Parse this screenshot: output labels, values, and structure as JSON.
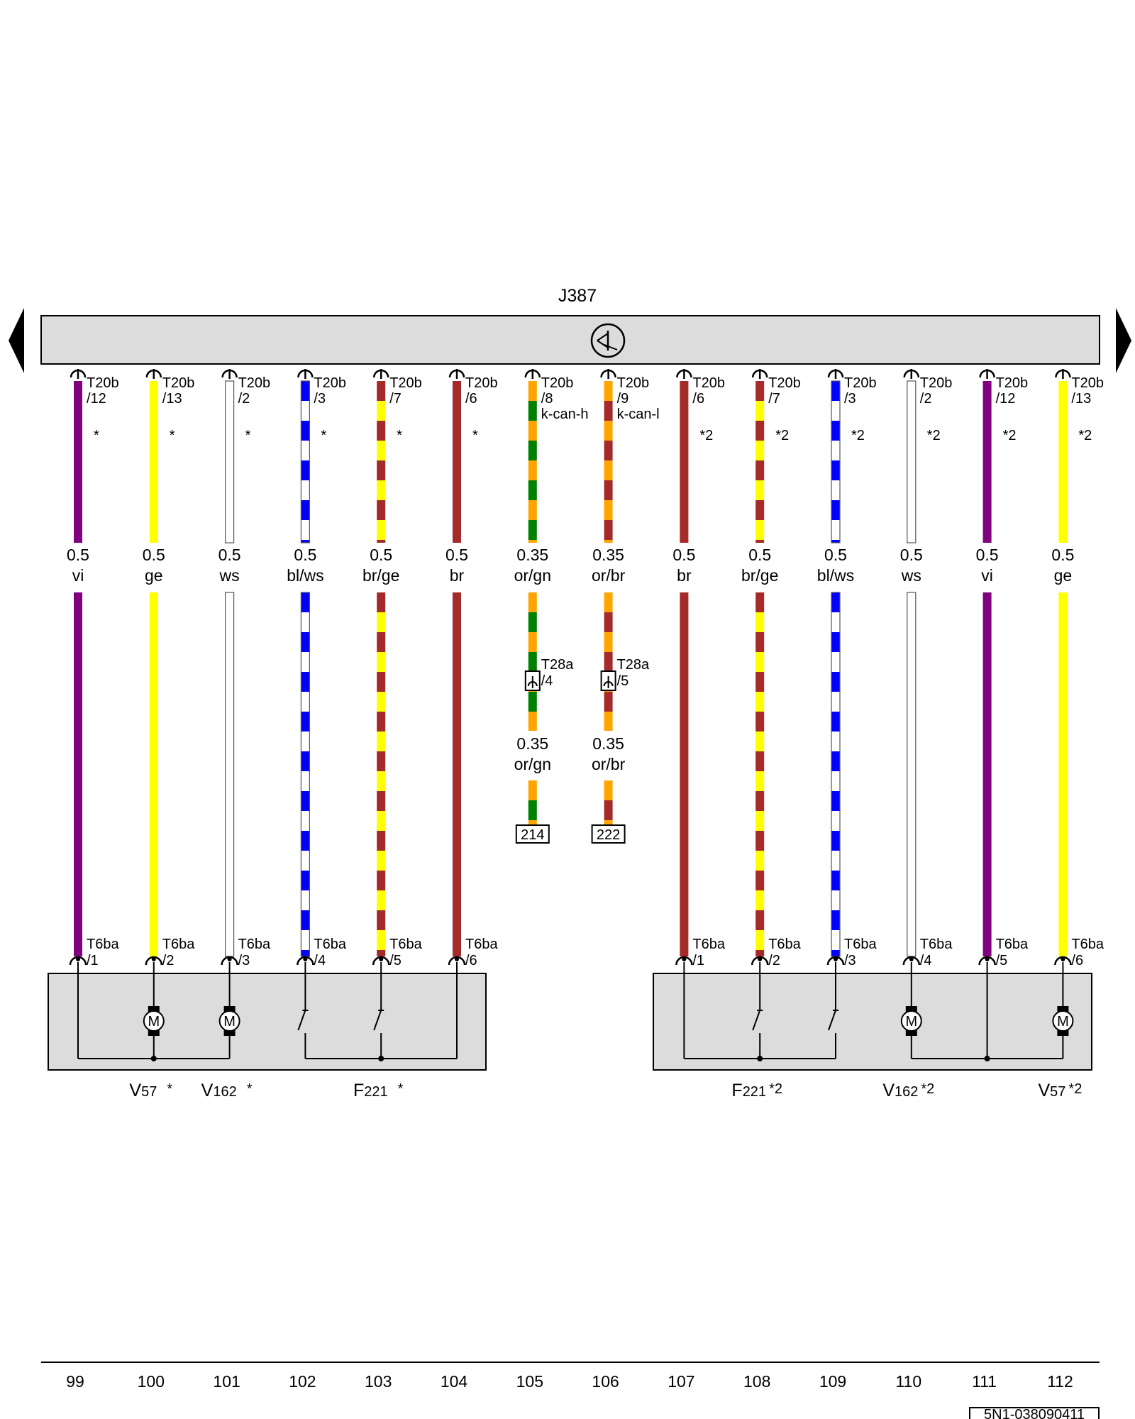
{
  "module": {
    "label": "J387",
    "symbol": "control-unit-symbol",
    "box_color": "#dcdcdc"
  },
  "nav": {
    "left_arrow": "page-previous-arrow",
    "right_arrow": "page-next-arrow"
  },
  "wires": [
    {
      "track": "99",
      "t20_conn": "T20b",
      "t20_pin": "/12",
      "signal": "",
      "note": "*",
      "size": "0.5",
      "color_code": "vi",
      "colors": [
        "#800080"
      ],
      "bottom_conn": "T6ba",
      "bottom_pin": "/1"
    },
    {
      "track": "100",
      "t20_conn": "T20b",
      "t20_pin": "/13",
      "signal": "",
      "note": "*",
      "size": "0.5",
      "color_code": "ge",
      "colors": [
        "#ffff00"
      ],
      "bottom_conn": "T6ba",
      "bottom_pin": "/2"
    },
    {
      "track": "101",
      "t20_conn": "T20b",
      "t20_pin": "/2",
      "signal": "",
      "note": "*",
      "size": "0.5",
      "color_code": "ws",
      "colors": [
        "#ffffff"
      ],
      "bottom_conn": "T6ba",
      "bottom_pin": "/3"
    },
    {
      "track": "102",
      "t20_conn": "T20b",
      "t20_pin": "/3",
      "signal": "",
      "note": "*",
      "size": "0.5",
      "color_code": "bl/ws",
      "colors": [
        "#0000ff",
        "#ffffff"
      ],
      "bottom_conn": "T6ba",
      "bottom_pin": "/4"
    },
    {
      "track": "103",
      "t20_conn": "T20b",
      "t20_pin": "/7",
      "signal": "",
      "note": "*",
      "size": "0.5",
      "color_code": "br/ge",
      "colors": [
        "#a52a2a",
        "#ffff00"
      ],
      "bottom_conn": "T6ba",
      "bottom_pin": "/5"
    },
    {
      "track": "104",
      "t20_conn": "T20b",
      "t20_pin": "/6",
      "signal": "",
      "note": "*",
      "size": "0.5",
      "color_code": "br",
      "colors": [
        "#a52a2a"
      ],
      "bottom_conn": "T6ba",
      "bottom_pin": "/6"
    },
    {
      "track": "105",
      "t20_conn": "T20b",
      "t20_pin": "/8",
      "signal": "k-can-h",
      "note": "",
      "size": "0.35",
      "color_code": "or/gn",
      "colors": [
        "#ffa500",
        "#008000"
      ],
      "bottom_conn": "",
      "bottom_pin": ""
    },
    {
      "track": "106",
      "t20_conn": "T20b",
      "t20_pin": "/9",
      "signal": "k-can-l",
      "note": "",
      "size": "0.35",
      "color_code": "or/br",
      "colors": [
        "#ffa500",
        "#a52a2a"
      ],
      "bottom_conn": "",
      "bottom_pin": ""
    },
    {
      "track": "107",
      "t20_conn": "T20b",
      "t20_pin": "/6",
      "signal": "",
      "note": "*2",
      "size": "0.5",
      "color_code": "br",
      "colors": [
        "#a52a2a"
      ],
      "bottom_conn": "T6ba",
      "bottom_pin": "/1"
    },
    {
      "track": "108",
      "t20_conn": "T20b",
      "t20_pin": "/7",
      "signal": "",
      "note": "*2",
      "size": "0.5",
      "color_code": "br/ge",
      "colors": [
        "#a52a2a",
        "#ffff00"
      ],
      "bottom_conn": "T6ba",
      "bottom_pin": "/2"
    },
    {
      "track": "109",
      "t20_conn": "T20b",
      "t20_pin": "/3",
      "signal": "",
      "note": "*2",
      "size": "0.5",
      "color_code": "bl/ws",
      "colors": [
        "#0000ff",
        "#ffffff"
      ],
      "bottom_conn": "T6ba",
      "bottom_pin": "/3"
    },
    {
      "track": "110",
      "t20_conn": "T20b",
      "t20_pin": "/2",
      "signal": "",
      "note": "*2",
      "size": "0.5",
      "color_code": "ws",
      "colors": [
        "#ffffff"
      ],
      "bottom_conn": "T6ba",
      "bottom_pin": "/4"
    },
    {
      "track": "111",
      "t20_conn": "T20b",
      "t20_pin": "/12",
      "signal": "",
      "note": "*2",
      "size": "0.5",
      "color_code": "vi",
      "colors": [
        "#800080"
      ],
      "bottom_conn": "T6ba",
      "bottom_pin": "/5"
    },
    {
      "track": "112",
      "t20_conn": "T20b",
      "t20_pin": "/13",
      "signal": "",
      "note": "*2",
      "size": "0.5",
      "color_code": "ge",
      "colors": [
        "#ffff00"
      ],
      "bottom_conn": "T6ba",
      "bottom_pin": "/6"
    }
  ],
  "can_links": [
    {
      "conn": "T28a",
      "pin": "/4",
      "size": "0.35",
      "color_code": "or/gn",
      "ref": "214"
    },
    {
      "conn": "T28a",
      "pin": "/5",
      "size": "0.35",
      "color_code": "or/br",
      "ref": "222"
    }
  ],
  "components": [
    {
      "main": "V",
      "sub": "57",
      "note": "*"
    },
    {
      "main": "V",
      "sub": "162",
      "note": "*"
    },
    {
      "main": "F",
      "sub": "221",
      "note": "*"
    },
    {
      "main": "F",
      "sub": "221",
      "note": "*2"
    },
    {
      "main": "V",
      "sub": "162",
      "note": "*2"
    },
    {
      "main": "V",
      "sub": "57",
      "note": "*2"
    }
  ],
  "motor_glyph": "M",
  "doc_number": "5N1-038090411"
}
